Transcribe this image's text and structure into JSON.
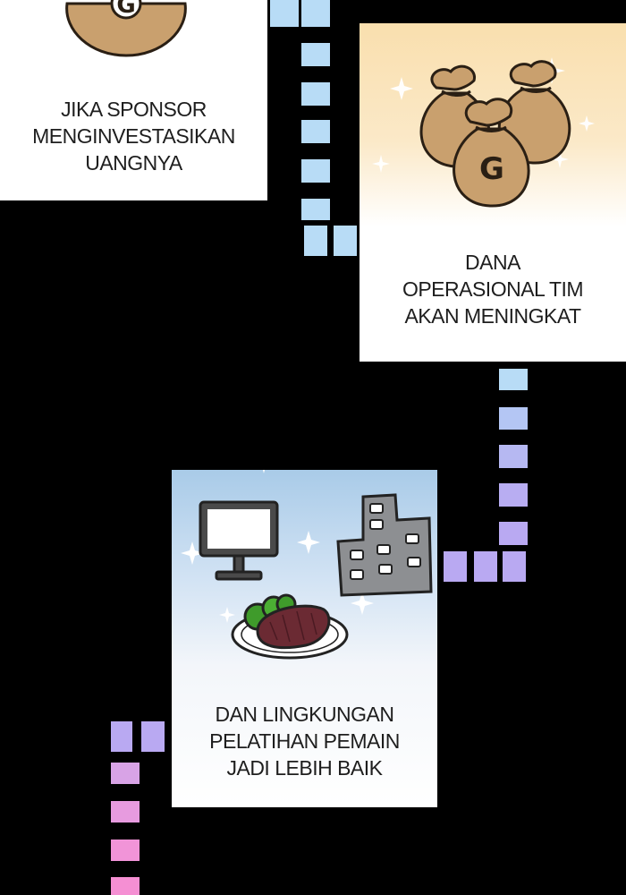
{
  "panels": [
    {
      "caption": "JIKA SPONSOR\nMENGINVESTASIKAN\nUANGNYA"
    },
    {
      "caption": "DANA\nOPERASIONAL TIM\nAKAN MENINGKAT"
    },
    {
      "caption": "DAN LINGKUNGAN\nPELATIHAN PEMAIN\nJADI LEBIH BAIK"
    }
  ],
  "bag_letter": "G",
  "colors": {
    "background": "#000000",
    "bag_fill": "#c9a06e",
    "bag_outline": "#2a1f14",
    "gold_top": "#f9dfae",
    "sky_top": "#a9cbe8",
    "path_blue": "#b8dcf6",
    "path_violet": "#b9a9f2",
    "path_pink": "#f58fd3"
  }
}
